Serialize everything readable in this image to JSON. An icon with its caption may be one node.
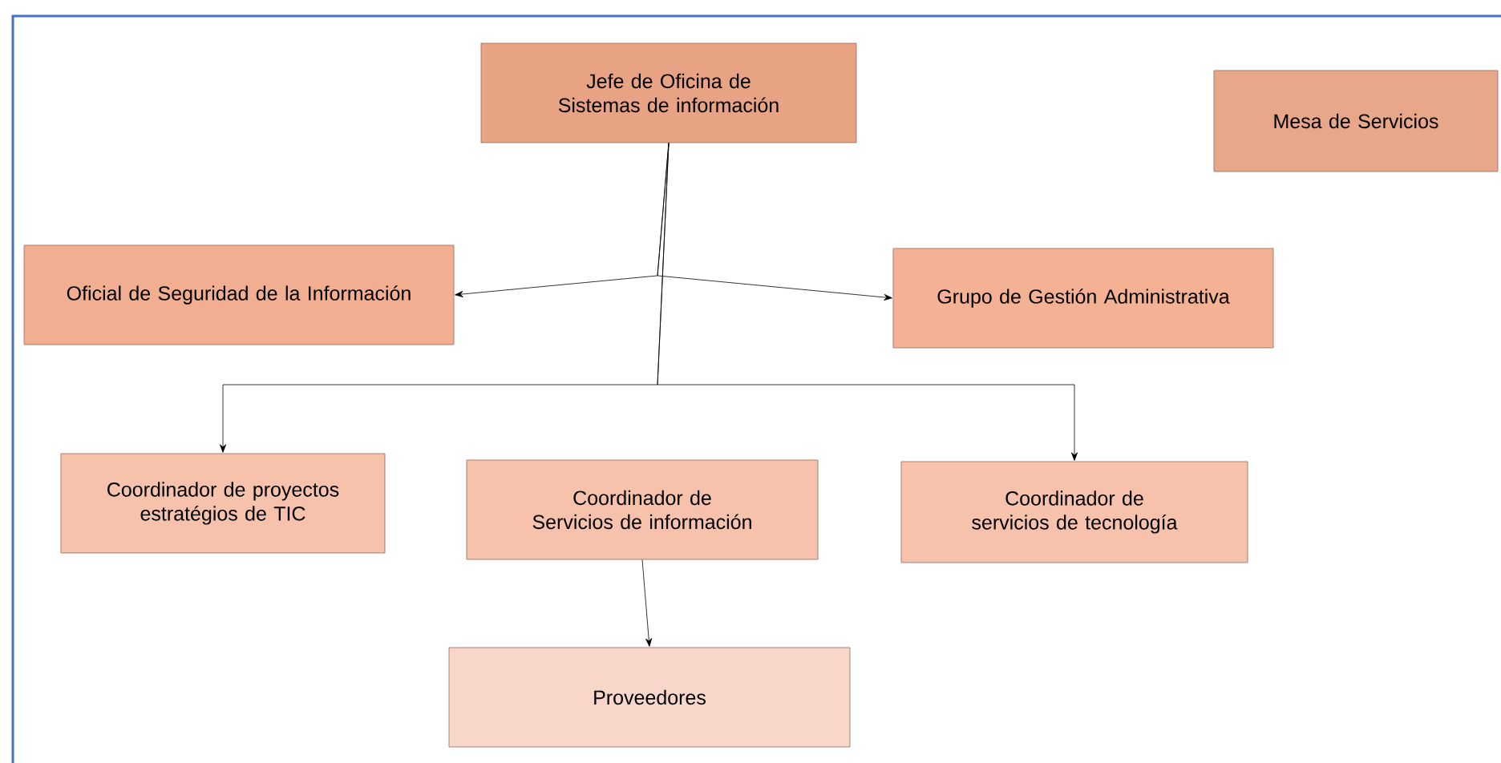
{
  "diagram": {
    "nodes": [
      {
        "text": [
          "Jefe de Oficina de Sistemas de información"
        ]
      },
      {
        "text": [
          "Mesa de Servicios"
        ]
      },
      {
        "text": [
          "Oficial de Seguridad de la Información"
        ]
      },
      {
        "text": [
          "Grupo de Gestión Administrativa"
        ]
      },
      {
        "text": [
          "Coordinador  de proyectos estratégios de TIC"
        ]
      },
      {
        "text": [
          "Coordinador de Servicios de información"
        ]
      },
      {
        "text": [
          "Coordinador de servicios de tecnología"
        ]
      },
      {
        "text": [
          "Proveedores"
        ]
      }
    ],
    "edges": [
      {
        "from": 0,
        "to": 2,
        "arrow": "to"
      },
      {
        "from": 0,
        "to": 3,
        "arrow": "to"
      },
      {
        "from": 0,
        "to": 4,
        "arrow": "to"
      },
      {
        "from": 0,
        "to": 6,
        "arrow": "to"
      },
      {
        "from": 5,
        "to": 7,
        "arrow": "to"
      }
    ]
  }
}
